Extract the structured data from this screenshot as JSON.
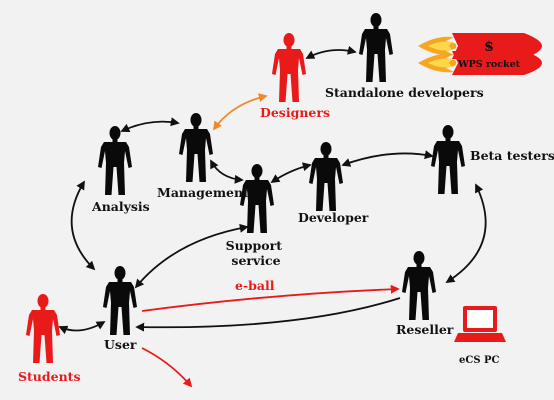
{
  "colors": {
    "person": "#0a0a0a",
    "highlight": "#e81a1a",
    "orange_arrow": "#ef8a2a",
    "background": "#f2f2f2"
  },
  "actors": [
    {
      "id": "standalone",
      "label": "Standalone developers",
      "color": "#0a0a0a",
      "icon": "person-icon"
    },
    {
      "id": "designers",
      "label": "Designers",
      "color": "#e81a1a",
      "icon": "person-icon"
    },
    {
      "id": "analysis",
      "label": "Analysis",
      "color": "#0a0a0a",
      "icon": "person-icon"
    },
    {
      "id": "management",
      "label": "Management",
      "color": "#0a0a0a",
      "icon": "person-icon"
    },
    {
      "id": "support",
      "label": "Support service",
      "color": "#0a0a0a",
      "icon": "person-icon"
    },
    {
      "id": "developer",
      "label": "Developer",
      "color": "#0a0a0a",
      "icon": "person-icon"
    },
    {
      "id": "beta",
      "label": "Beta testers",
      "color": "#0a0a0a",
      "icon": "person-icon"
    },
    {
      "id": "user",
      "label": "User",
      "color": "#0a0a0a",
      "icon": "person-icon"
    },
    {
      "id": "reseller",
      "label": "Reseller",
      "color": "#0a0a0a",
      "icon": "person-icon"
    },
    {
      "id": "students",
      "label": "Students",
      "color": "#e81a1a",
      "icon": "person-icon"
    }
  ],
  "rockets": [
    {
      "id": "dollar",
      "text": "$"
    },
    {
      "id": "wps",
      "text": "WPS rocket"
    }
  ],
  "laptop": {
    "label": "eCS PC",
    "icon": "laptop-icon"
  },
  "flows": [
    {
      "from": "designers",
      "to": "standalone",
      "style": "bidirectional"
    },
    {
      "from": "designers",
      "to": "management",
      "style": "bidirectional",
      "color": "#ef8a2a"
    },
    {
      "from": "analysis",
      "to": "management",
      "style": "bidirectional"
    },
    {
      "from": "analysis",
      "to": "user",
      "style": "bidirectional"
    },
    {
      "from": "management",
      "to": "support",
      "style": "bidirectional"
    },
    {
      "from": "support",
      "to": "developer",
      "style": "bidirectional"
    },
    {
      "from": "developer",
      "to": "beta",
      "style": "bidirectional"
    },
    {
      "from": "support",
      "to": "user",
      "style": "bidirectional"
    },
    {
      "from": "beta",
      "to": "reseller",
      "style": "bidirectional"
    },
    {
      "from": "reseller",
      "to": "user",
      "style": "to-user"
    },
    {
      "from": "students",
      "to": "user",
      "style": "bidirectional"
    },
    {
      "from": "user",
      "to": "reseller",
      "style": "e-ball",
      "label": "e-ball",
      "color": "#e81a1a"
    },
    {
      "from": "user",
      "to": "outside",
      "style": "outflow",
      "color": "#e81a1a"
    }
  ]
}
